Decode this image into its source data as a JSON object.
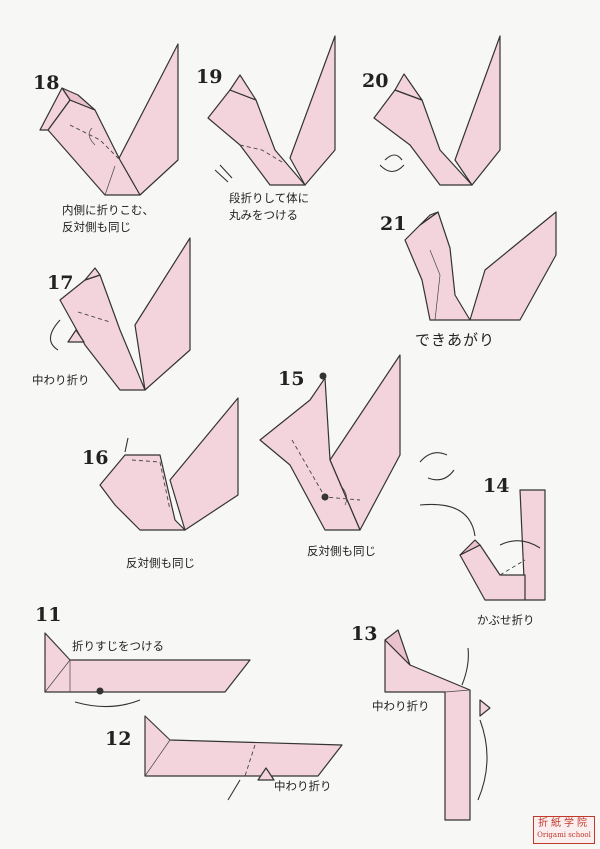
{
  "steps": [
    {
      "id": "s18",
      "number": "18",
      "caption": "内側に折りこむ、\n反対側も同じ"
    },
    {
      "id": "s19",
      "number": "19",
      "caption": "段折りして体に\n丸みをつける"
    },
    {
      "id": "s20",
      "number": "20",
      "caption": ""
    },
    {
      "id": "s21",
      "number": "21",
      "caption": "できあがり"
    },
    {
      "id": "s17",
      "number": "17",
      "caption": "中わり折り"
    },
    {
      "id": "s15",
      "number": "15",
      "caption": "反対側も同じ"
    },
    {
      "id": "s16",
      "number": "16",
      "caption": "反対側も同じ"
    },
    {
      "id": "s14",
      "number": "14",
      "caption": "かぶせ折り"
    },
    {
      "id": "s11",
      "number": "11",
      "caption": "折りすじをつける"
    },
    {
      "id": "s13",
      "number": "13",
      "caption": "中わり折り"
    },
    {
      "id": "s12",
      "number": "12",
      "caption": "中わり折り"
    }
  ],
  "stamp": {
    "kanji": "折紙学院",
    "latin": "Origami school"
  },
  "colors": {
    "paper": "#f3d4dc",
    "paper_shade": "#eac2cd",
    "stamp": "#c0392b"
  }
}
